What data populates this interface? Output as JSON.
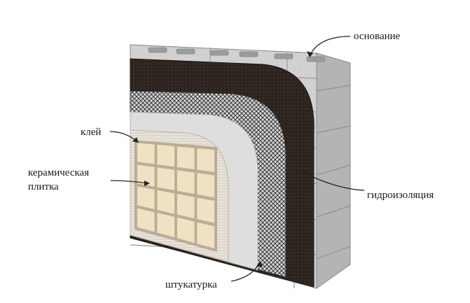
{
  "labels": {
    "base": "основание",
    "glue": "клей",
    "tile_line1": "керамическая",
    "tile_line2": "плитка",
    "waterproofing": "гидроизоляция",
    "plaster": "штукатурка"
  },
  "colors": {
    "block": "#cfcfcf",
    "block_dark": "#a9a9a9",
    "membrane": "#2e2520",
    "mesh": "#4a4a4a",
    "plaster": "#e2e2e2",
    "tile": "#efe2c4",
    "tile_grout": "#b9ad95",
    "leader": "#222222"
  },
  "icons": {
    "leader_line": "curved-arrow"
  }
}
